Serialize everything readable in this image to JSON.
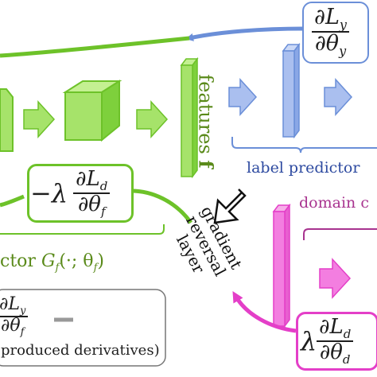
{
  "labels": {
    "features": "features",
    "features_symbol": "f",
    "label_predictor": "label predictor",
    "domain": "domain",
    "domain_letter": "c",
    "gradient_reversal_line1": "gradient",
    "gradient_reversal_line2": "reversal",
    "gradient_reversal_line3": "layer",
    "feature_extractor": "ctor",
    "feature_extractor_math": "G",
    "feature_extractor_sub": "f",
    "feature_extractor_args": "(·; θ",
    "feature_extractor_args_sub": "f",
    "feature_extractor_close": ")",
    "legend_caption": "produced derivatives)",
    "legend_paren": "("
  },
  "fractions": {
    "label_grad": {
      "num": "∂L",
      "num_sub": "y",
      "den": "∂θ",
      "den_sub": "y"
    },
    "feature_grad": {
      "prefix": "−λ",
      "num": "∂L",
      "num_sub": "d",
      "den": "∂θ",
      "den_sub": "f"
    },
    "domain_grad": {
      "prefix": "λ",
      "num": "∂L",
      "num_sub": "d",
      "den": "∂θ",
      "den_sub": "d"
    },
    "legend_grad": {
      "num": "∂L",
      "num_sub": "y",
      "den": "∂θ",
      "den_sub": "f"
    }
  },
  "colors": {
    "green": "#6dc229",
    "green_fill": "#a6e36a",
    "green_dark": "#4a8c1c",
    "blue": "#6b8fd8",
    "blue_fill": "#aabfef",
    "magenta": "#e43fc8",
    "magenta_fill": "#f37ee0",
    "magenta_dark": "#a8338f",
    "gray": "#999999",
    "olive_text": "#5a8a1a"
  }
}
